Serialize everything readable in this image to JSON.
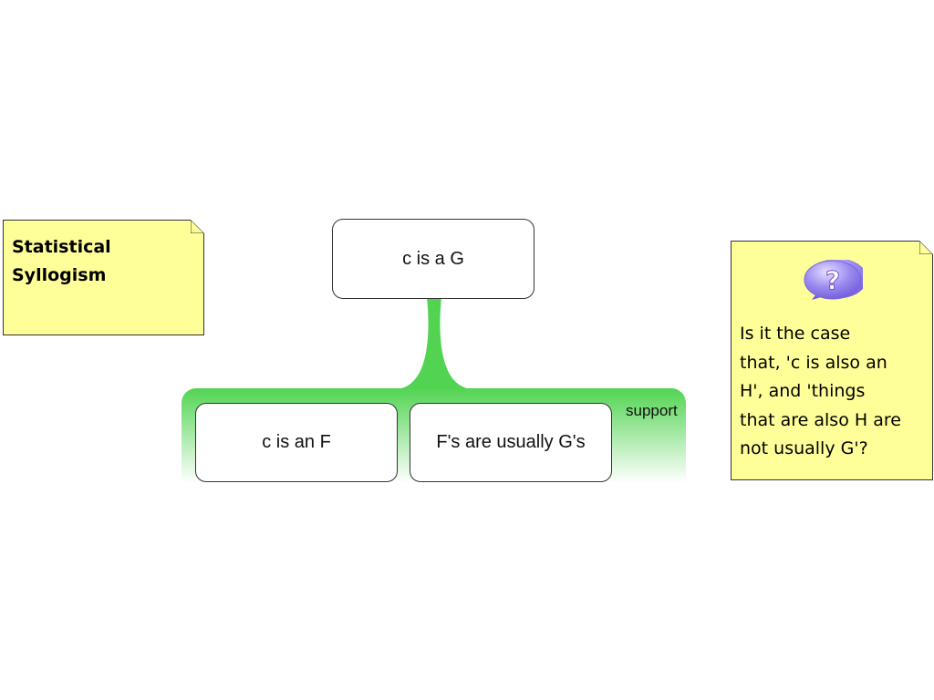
{
  "title_note": {
    "lines": [
      "Statistical",
      "Syllogism"
    ]
  },
  "conclusion": {
    "label": "c is a G"
  },
  "support_group": {
    "label": "support",
    "color": "#52d452",
    "premises": [
      {
        "label": "c is an F"
      },
      {
        "label": "F's are usually G's"
      }
    ]
  },
  "question_note": {
    "icon": "question-bubble-icon",
    "lines": [
      "Is it the case",
      "that, 'c is also an",
      "H', and 'things",
      "that are also H are",
      "not usually G'?"
    ]
  }
}
